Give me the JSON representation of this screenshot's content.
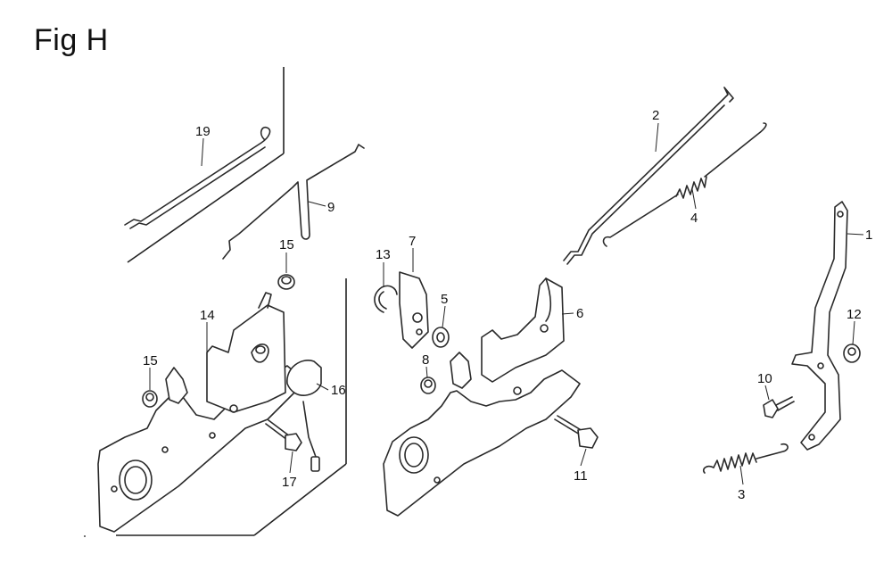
{
  "figure": {
    "title": "Fig H"
  },
  "callouts": {
    "c1": "1",
    "c2": "2",
    "c3": "3",
    "c4": "4",
    "c5": "5",
    "c6": "6",
    "c7": "7",
    "c8": "8",
    "c9": "9",
    "c10": "10",
    "c11": "11",
    "c12": "12",
    "c13": "13",
    "c14": "14",
    "c15a": "15",
    "c15b": "15",
    "c16": "16",
    "c17": "17",
    "c19": "19"
  }
}
